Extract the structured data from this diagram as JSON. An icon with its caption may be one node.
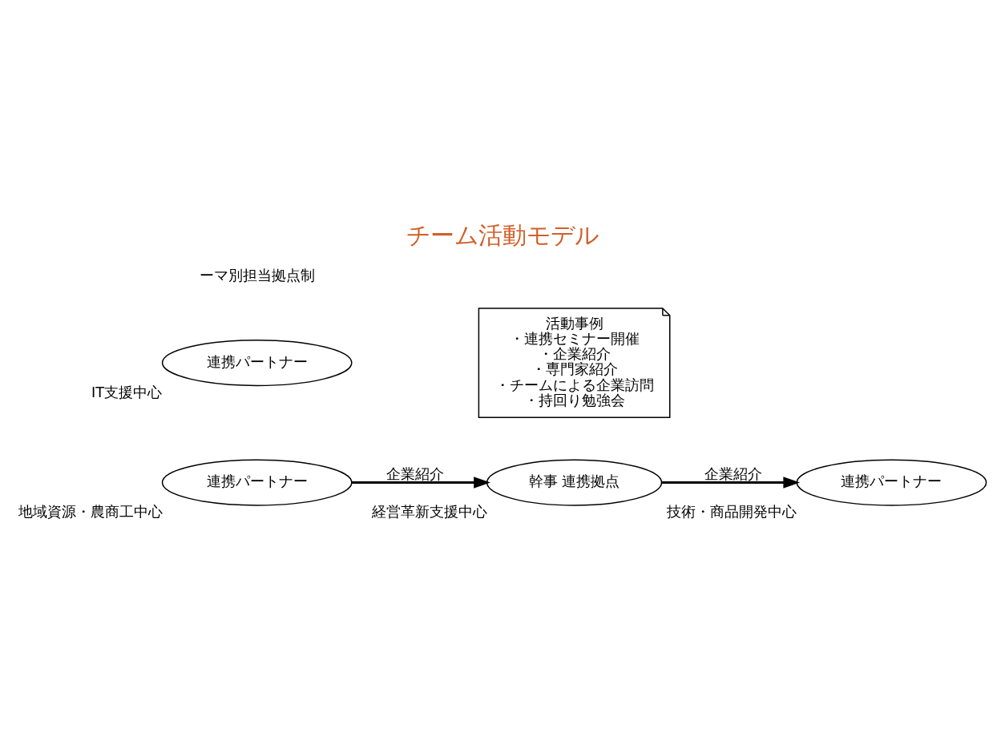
{
  "diagram": {
    "title": "チーム活動モデル",
    "nodes": [
      {
        "text": [
          "幹事 連携拠点"
        ],
        "beside": [
          "経営革新支援中心"
        ]
      },
      {
        "text": [
          "連携パートナー"
        ],
        "beside": [
          "地域資源・農商工中心"
        ]
      },
      {
        "text": [
          "連携パートナー"
        ],
        "beside": [
          "IT支援中心"
        ]
      },
      {
        "text": [
          "連携パートナー"
        ],
        "beside": [
          "技術・商品開発中心"
        ]
      },
      {
        "text": [
          "活動事例",
          "・連携セミナー開催",
          "・企業紹介",
          "・専門家紹介",
          "・チームによる企業訪問",
          "・持回り勉強会"
        ]
      }
    ],
    "edges": [
      {
        "from": 1,
        "to": 0,
        "arrow": "to",
        "label": "企業紹介"
      },
      {
        "from": 0,
        "to": 3,
        "arrow": "to",
        "label": "企業紹介"
      }
    ],
    "labels": [
      "ーマ別担当拠点制"
    ]
  }
}
